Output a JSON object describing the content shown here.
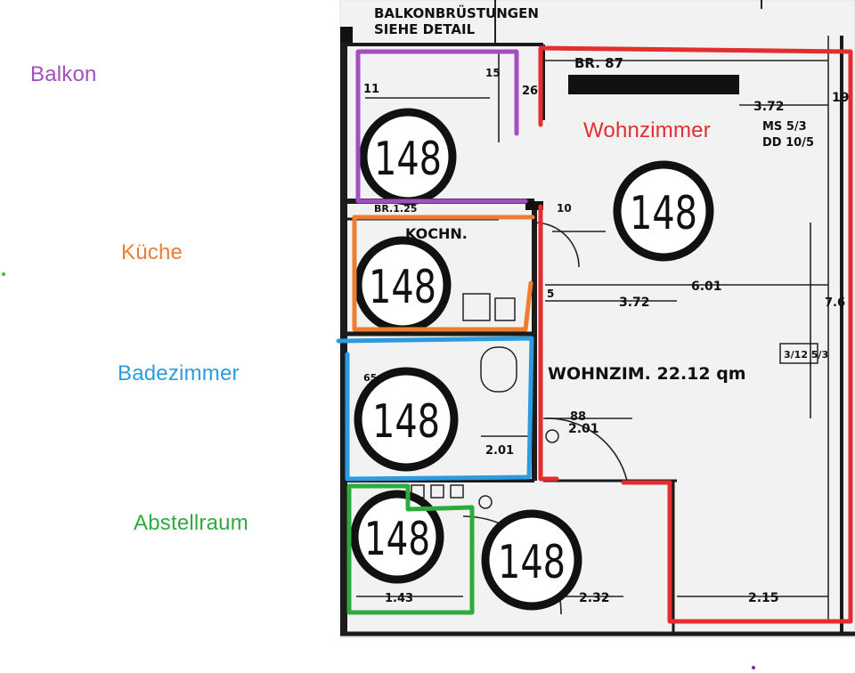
{
  "plan": {
    "header_line1": "BALKONBRÜSTUNGEN",
    "header_line2": "SIEHE DETAIL",
    "room_number": "148",
    "wohnzimmer_caption": "WOHNZIM. 22.12 qm",
    "kochn": "KOCHN.",
    "br": "BR. 87",
    "ms": "MS  5/3",
    "dd": "DD  10/5",
    "box_label": "3/12 5/3",
    "dims": {
      "d372_top": "3.72",
      "d372_mid": "3.72",
      "d601": "6.01",
      "d201a": "2.01",
      "d201b": "2.01",
      "d215": "2.15",
      "d232": "2.32",
      "d143": "1.43",
      "d125": "BR.1.25",
      "d76": "7.6",
      "d19": "19",
      "d26": "26",
      "d10": "10",
      "d15": "15",
      "d88": "88",
      "d65": "65",
      "d11": "11",
      "d5": "5"
    }
  },
  "labels": {
    "balkon": {
      "text": "Balkon",
      "color": "#a24fbd"
    },
    "kueche": {
      "text": "Küche",
      "color": "#ed7d31"
    },
    "badezimmer": {
      "text": "Badezimmer",
      "color": "#2e9be0"
    },
    "abstellraum": {
      "text": "Abstellraum",
      "color": "#2faa3f"
    },
    "wohnzimmer": {
      "text": "Wohnzimmer",
      "color": "#e22e2e"
    }
  },
  "outline_colors": {
    "balkon": "#a24fbd",
    "kueche": "#ed7d31",
    "badezimmer": "#2e9be0",
    "abstellraum": "#2faa3f",
    "wohnzimmer": "#e22e2e"
  }
}
